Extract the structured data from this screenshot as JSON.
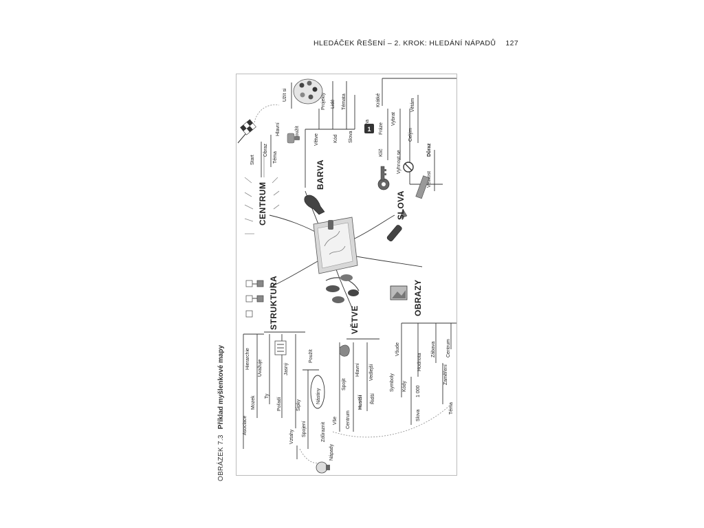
{
  "header": {
    "title": "HLEDÁČEK ŘEŠENÍ – 2. KROK: HLEDÁNÍ NÁPADŮ",
    "page_number": "127"
  },
  "caption": {
    "label": "OBRÁZEK 7.3",
    "title": "Příklad myšlenkové mapy"
  },
  "map": {
    "branches": {
      "centrum": "CENTRUM",
      "barva": "BARVA",
      "slova": "SLOVA",
      "struktura": "STRUKTURA",
      "vetve": "VĚTVE",
      "obrazy": "OBRAZY"
    },
    "centrum": {
      "start": "Start",
      "obraz": "Obraz",
      "tema": "Téma",
      "hlavni": "Hlavní",
      "pouzit": "Použít"
    },
    "barva": {
      "uzit_si": "Užít si",
      "projekty": "Projekty",
      "lide": "Lidé",
      "temata": "Témata",
      "vetve": "Větve",
      "kod": "Kód",
      "slova": "Slova"
    },
    "slova": {
      "kratke": "Krátké",
      "jedna": "Jedna",
      "jedna_badge": "1",
      "fraze": "Fráze",
      "vybrat": "Vybrat",
      "klic": "Klíč",
      "vetam": "Větám",
      "celym": "Celým",
      "vyhnout_se": "Vyhnout se",
      "duraz": "Důraz",
      "velikost": "Velikost"
    },
    "struktura": {
      "hierarchie": "Hierarchie",
      "uvazuje": "Uvažuje",
      "mozek": "Mozek",
      "asociace": "Asociace",
      "ty": "Ty",
      "jasny": "Jasný",
      "poradi": "Pořadí",
      "pouzit": "Použít",
      "sipky": "Šipky",
      "nastiny": "Nástiny",
      "vztahy": "Vztahy",
      "spojeni": "Spojení",
      "zduraznit": "Zdůraznit",
      "vse": "Vše",
      "napady": "Nápady"
    },
    "vetve": {
      "spojit": "Spojit",
      "hlavni": "Hlavní",
      "vedlejsi": "Vedlejší",
      "hustsi": "Hustší",
      "ridsi": "Řidší",
      "centrum": "Centrum"
    },
    "obrazy": {
      "vsude": "Všude",
      "symboly": "Symboly",
      "kody": "Kódy",
      "hodnota": "Hodnota",
      "zabava": "Zábava",
      "centrum": "Centrum",
      "zamereni": "Zaměření",
      "slova": "Slova",
      "tisic": "1 000",
      "tema": "Téma"
    }
  }
}
